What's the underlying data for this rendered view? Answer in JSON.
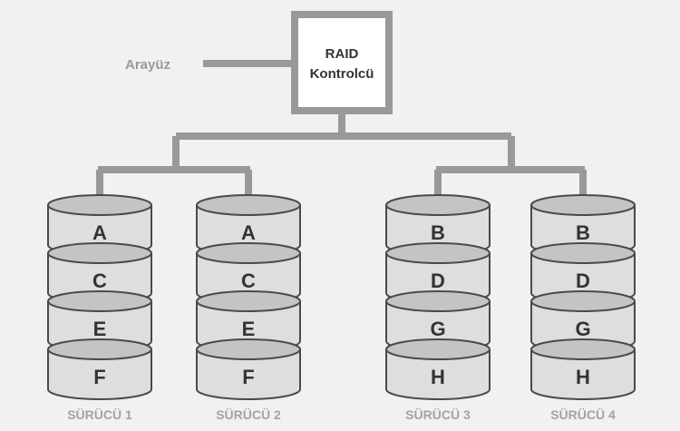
{
  "interface": {
    "label": "Arayüz"
  },
  "controller": {
    "line1": "RAID",
    "line2": "Kontrolcü"
  },
  "drives": [
    {
      "label": "SÜRÜCÜ 1",
      "blocks": [
        "A",
        "C",
        "E",
        "F"
      ]
    },
    {
      "label": "SÜRÜCÜ 2",
      "blocks": [
        "A",
        "C",
        "E",
        "F"
      ]
    },
    {
      "label": "SÜRÜCÜ 3",
      "blocks": [
        "B",
        "D",
        "G",
        "H"
      ]
    },
    {
      "label": "SÜRÜCÜ 4",
      "blocks": [
        "B",
        "D",
        "G",
        "H"
      ]
    }
  ],
  "colors": {
    "connector": "#999999",
    "disk_side": "#dedede",
    "disk_top": "#c4c4c4",
    "disk_stroke": "#4a4a4a",
    "controller_fill": "#ffffff",
    "controller_border": "#999999"
  }
}
